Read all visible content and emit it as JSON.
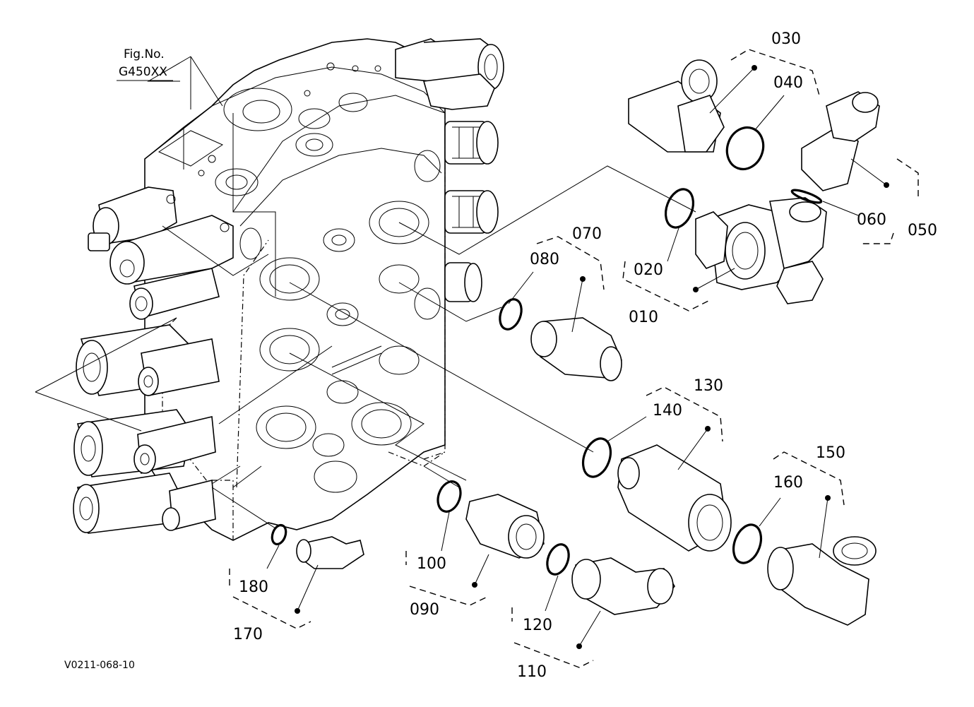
{
  "figure": {
    "fig_no_label": "Fig.No.",
    "fig_no_value": "G450XX",
    "drawing_code": "V0211-068-10"
  },
  "callouts": {
    "c010": "010",
    "c020": "020",
    "c030": "030",
    "c040": "040",
    "c050": "050",
    "c060": "060",
    "c070": "070",
    "c080": "080",
    "c090": "090",
    "c100": "100",
    "c110": "110",
    "c120": "120",
    "c130": "130",
    "c140": "140",
    "c150": "150",
    "c160": "160",
    "c170": "170",
    "c180": "180"
  }
}
